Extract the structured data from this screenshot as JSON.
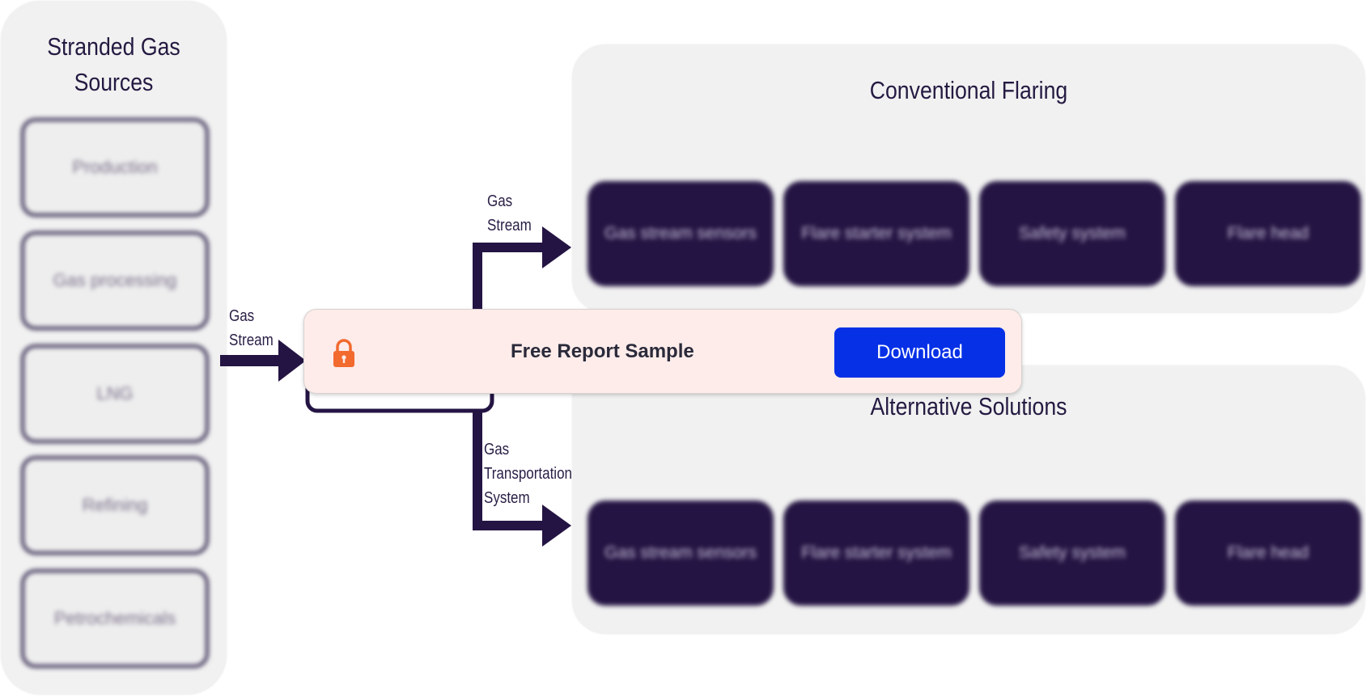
{
  "sources": {
    "title_line1": "Stranded Gas",
    "title_line2": "Sources",
    "items": [
      "Production",
      "Gas processing",
      "LNG",
      "Refining",
      "Petrochemicals"
    ]
  },
  "flows": {
    "input": {
      "line1": "Gas",
      "line2": "Stream"
    },
    "upper": {
      "line1": "Gas",
      "line2": "Stream"
    },
    "lower": {
      "line1": "Gas",
      "line2": "Transportation",
      "line3": "System"
    }
  },
  "conventional": {
    "title": "Conventional Flaring",
    "components": [
      "Gas stream sensors",
      "Flare starter system",
      "Safety system",
      "Flare head"
    ]
  },
  "alternative": {
    "title": "Alternative Solutions",
    "components": [
      "Gas stream sensors",
      "Flare starter system",
      "Safety system",
      "Flare head"
    ]
  },
  "banner": {
    "title": "Free Report Sample",
    "button_label": "Download",
    "icon": "lock-icon",
    "accent_color": "#0530e6",
    "icon_color": "#f26a2e"
  }
}
